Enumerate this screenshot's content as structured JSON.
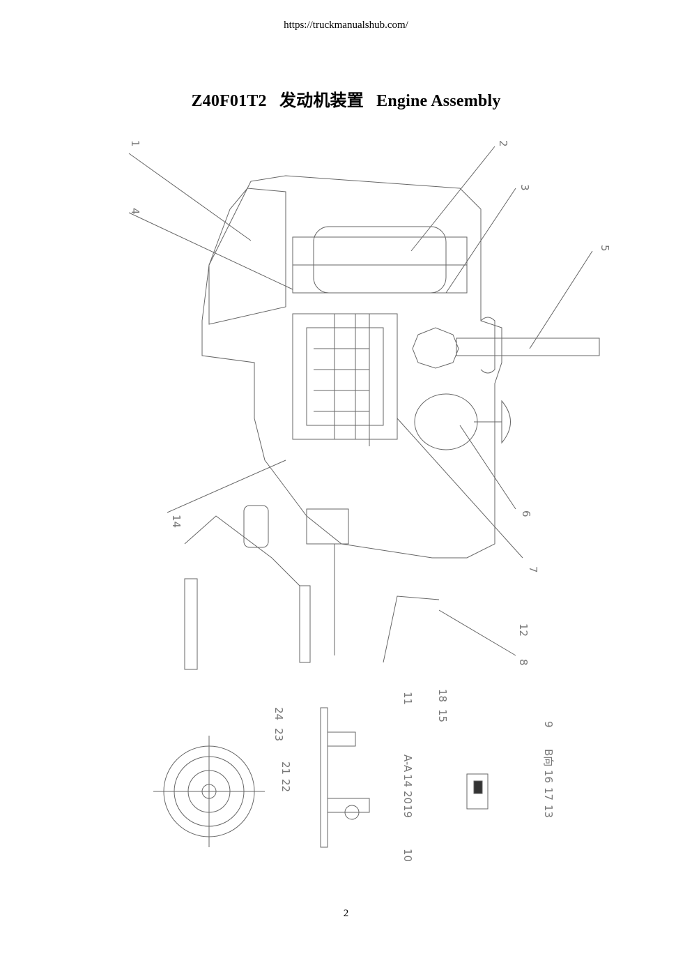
{
  "header": {
    "url": "https://truckmanualshub.com/"
  },
  "title": {
    "code": "Z40F01T2",
    "chinese": "发动机装置",
    "english": "Engine Assembly"
  },
  "drawing": {
    "callouts": [
      "1",
      "2",
      "3",
      "4",
      "5",
      "6",
      "7",
      "8",
      "9",
      "10",
      "11",
      "12",
      "13",
      "14",
      "15",
      "16",
      "17",
      "18",
      "19",
      "20",
      "21",
      "22",
      "23",
      "24"
    ],
    "section_label": "A-A",
    "view_label": "B向",
    "section_extra": "14"
  },
  "footer": {
    "page_number": "2"
  }
}
